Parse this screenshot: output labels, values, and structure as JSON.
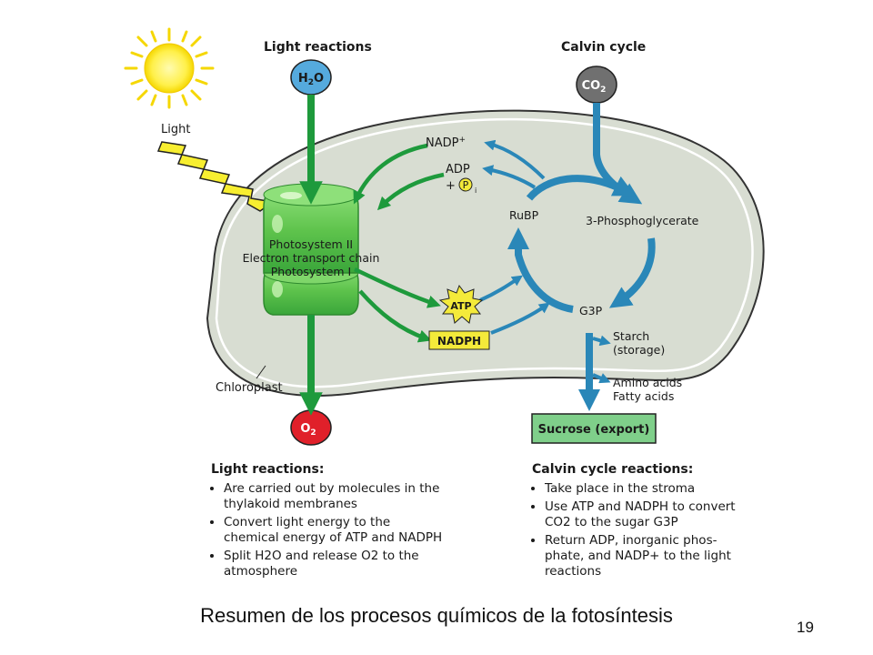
{
  "diagram": {
    "light_reactions_title": "Light reactions",
    "calvin_cycle_title": "Calvin cycle",
    "light_label": "Light",
    "h2o_label": {
      "main": "H",
      "sub": "2",
      "tail": "O"
    },
    "co2_label": {
      "main": "CO",
      "sub": "2"
    },
    "o2_label": {
      "main": "O",
      "sub": "2"
    },
    "nadp_plus": {
      "main": "NADP",
      "sup": "+"
    },
    "adp": "ADP",
    "pi_plus": "+",
    "pi": {
      "main": "P",
      "sub": "i"
    },
    "thylakoid_lines": [
      "Photosystem II",
      "Electron transport chain",
      "Photosystem I"
    ],
    "atp": "ATP",
    "nadph": "NADPH",
    "rubp": "RuBP",
    "phosphoglycerate": "3-Phosphoglycerate",
    "g3p": "G3P",
    "starch": [
      "Starch",
      "(storage)"
    ],
    "amino": [
      "Amino acids",
      "Fatty acids"
    ],
    "sucrose": "Sucrose (export)",
    "chloroplast": "Chloroplast"
  },
  "colors": {
    "green_arrow": "#1e9a3c",
    "blue_arrow": "#2a87b8",
    "h2o_fill": "#55aadd",
    "co2_fill": "#707070",
    "o2_fill": "#e0202a",
    "atp_fill": "#f4ea3a",
    "sucrose_fill": "#7fcf8a",
    "chloroplast_fill": "#d8ddd2",
    "thylakoid_fill": "#5ec34c"
  },
  "light_notes": {
    "title": "Light reactions:",
    "items": [
      "Are carried out by molecules in the thylakoid membranes",
      "Convert light energy to the chemical energy of ATP and NADPH",
      "Split H2O and release O2 to the atmosphere"
    ]
  },
  "calvin_notes": {
    "title": "Calvin cycle reactions:",
    "items": [
      "Take place in the stroma",
      "Use ATP and NADPH to convert CO2 to the sugar G3P",
      "Return ADP, inorganic phos-phate, and NADP+ to the light reactions"
    ]
  },
  "caption": "Resumen de los procesos químicos de la fotosíntesis",
  "page_number": "19"
}
